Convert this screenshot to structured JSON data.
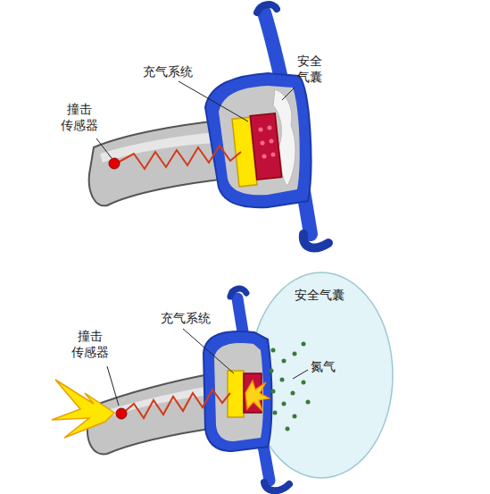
{
  "diagram": {
    "labels": [
      "充气系统",
      "安全 气囊",
      "撞击 传感器",
      "安全气囊",
      "充气系统",
      "撞击 传感器",
      "氮气"
    ]
  }
}
